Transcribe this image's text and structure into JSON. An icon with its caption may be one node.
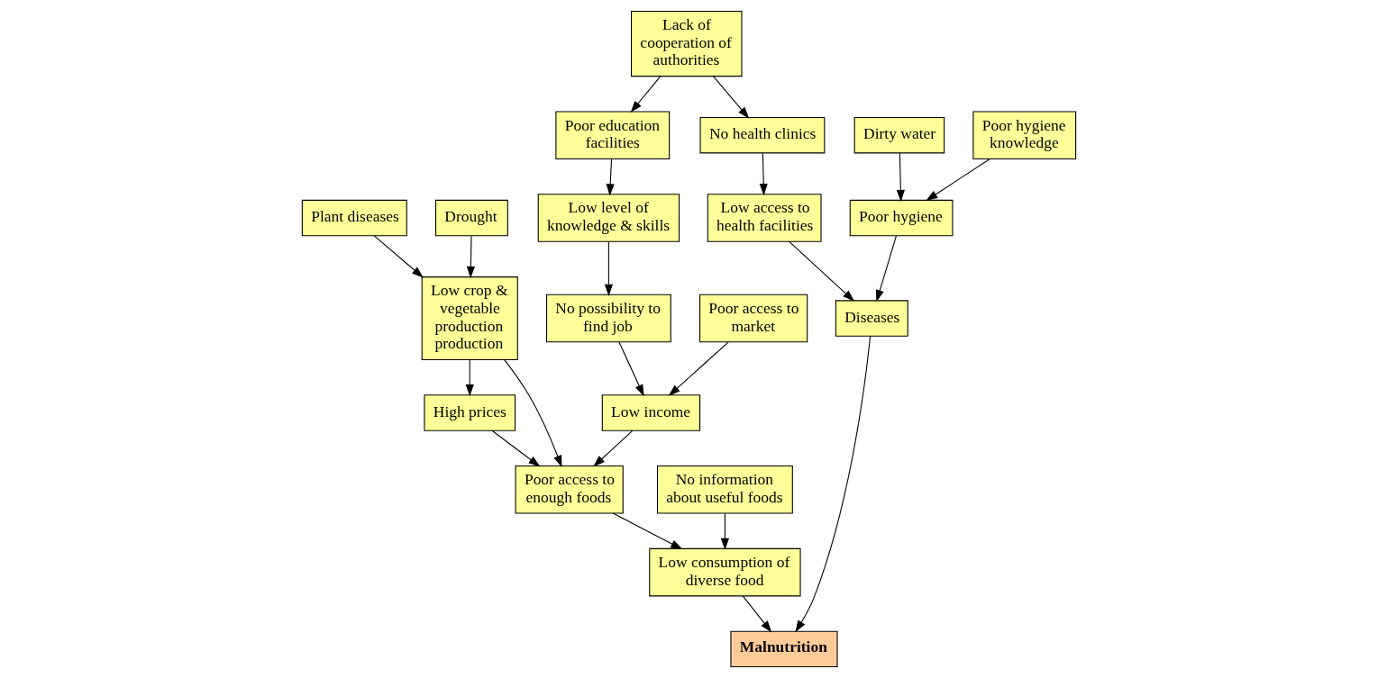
{
  "diagram": {
    "nodes": [
      {
        "text": [
          "Plant diseases"
        ]
      },
      {
        "text": [
          "Drought"
        ]
      },
      {
        "text": [
          "Low crop & vegetable production production"
        ]
      },
      {
        "text": [
          "Poor access to market"
        ]
      },
      {
        "text": [
          "Low level of knowledge & skills"
        ]
      },
      {
        "text": [
          "Poor education facilities"
        ]
      },
      {
        "text": [
          "Lack of cooperation of authorities"
        ]
      },
      {
        "text": [
          "High prices"
        ]
      },
      {
        "text": [
          "Low income"
        ]
      },
      {
        "text": [
          "No possibility to find job"
        ]
      },
      {
        "text": [
          "No health clinics"
        ]
      },
      {
        "text": [
          "Dirty water"
        ]
      },
      {
        "text": [
          "Poor hygiene knowledge"
        ]
      },
      {
        "text": [
          "Poor access to enough foods"
        ]
      },
      {
        "text": [
          "No information about useful foods"
        ]
      },
      {
        "text": [
          "Low access to health facilities"
        ]
      },
      {
        "text": [
          "Poor hygiene"
        ]
      },
      {
        "text": [
          "Low consumption of diverse food"
        ]
      },
      {
        "text": [
          "Diseases"
        ]
      },
      {
        "text": [
          "Malnutrition"
        ]
      }
    ],
    "edges": [
      {
        "from": 0,
        "to": 2,
        "arrow": "to"
      },
      {
        "from": 1,
        "to": 2,
        "arrow": "to"
      },
      {
        "from": 6,
        "to": 5,
        "arrow": "to"
      },
      {
        "from": 5,
        "to": 4,
        "arrow": "to"
      },
      {
        "from": 6,
        "to": 10,
        "arrow": "to"
      },
      {
        "from": 2,
        "to": 7,
        "arrow": "to"
      },
      {
        "from": 2,
        "to": 13,
        "arrow": "to"
      },
      {
        "from": 3,
        "to": 8,
        "arrow": "to"
      },
      {
        "from": 4,
        "to": 9,
        "arrow": "to"
      },
      {
        "from": 9,
        "to": 8,
        "arrow": "to"
      },
      {
        "from": 7,
        "to": 13,
        "arrow": "to"
      },
      {
        "from": 8,
        "to": 13,
        "arrow": "to"
      },
      {
        "from": 10,
        "to": 15,
        "arrow": "to"
      },
      {
        "from": 11,
        "to": 16,
        "arrow": "to"
      },
      {
        "from": 12,
        "to": 16,
        "arrow": "to"
      },
      {
        "from": 13,
        "to": 17,
        "arrow": "to"
      },
      {
        "from": 14,
        "to": 17,
        "arrow": "to"
      },
      {
        "from": 15,
        "to": 18,
        "arrow": "to"
      },
      {
        "from": 16,
        "to": 18,
        "arrow": "to"
      },
      {
        "from": 17,
        "to": 19,
        "arrow": "to"
      },
      {
        "from": 18,
        "to": 19,
        "arrow": "to"
      }
    ]
  }
}
